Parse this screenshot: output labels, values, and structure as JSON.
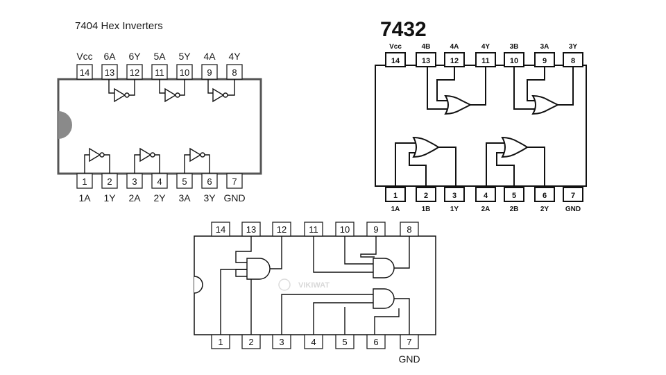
{
  "chip_7404": {
    "title": "7404 Hex Inverters",
    "top_labels": [
      "Vcc",
      "6A",
      "6Y",
      "5A",
      "5Y",
      "4A",
      "4Y"
    ],
    "top_pins": [
      "14",
      "13",
      "12",
      "11",
      "10",
      "9",
      "8"
    ],
    "bottom_pins": [
      "1",
      "2",
      "3",
      "4",
      "5",
      "6",
      "7"
    ],
    "bottom_labels": [
      "1A",
      "1Y",
      "2A",
      "2Y",
      "3A",
      "3Y",
      "GND"
    ]
  },
  "chip_7432": {
    "title": "7432",
    "top_labels": [
      "Vcc",
      "4B",
      "4A",
      "4Y",
      "3B",
      "3A",
      "3Y"
    ],
    "top_pins": [
      "14",
      "13",
      "12",
      "11",
      "10",
      "9",
      "8"
    ],
    "bottom_pins": [
      "1",
      "2",
      "3",
      "4",
      "5",
      "6",
      "7"
    ],
    "bottom_labels": [
      "1A",
      "1B",
      "1Y",
      "2A",
      "2B",
      "2Y",
      "GND"
    ]
  },
  "chip_and": {
    "top_pins": [
      "14",
      "13",
      "12",
      "11",
      "10",
      "9",
      "8"
    ],
    "bottom_pins": [
      "1",
      "2",
      "3",
      "4",
      "5",
      "6",
      "7"
    ],
    "gnd_label": "GND",
    "watermark": "VIKIWAT"
  },
  "colors": {
    "line": "#111111",
    "notch": "#8a8a8a",
    "body_border": "#555555"
  }
}
